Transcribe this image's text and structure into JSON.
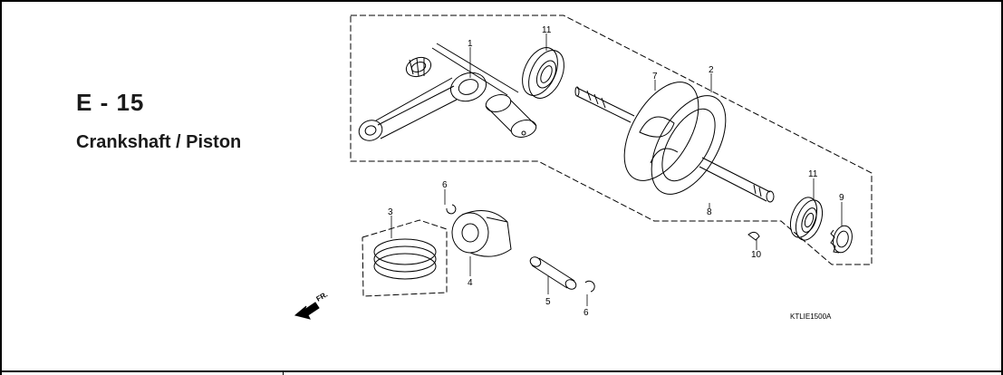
{
  "header": {
    "section_code": "E - 15",
    "section_title": "Crankshaft / Piston"
  },
  "callouts": {
    "p1": "1",
    "p2": "2",
    "p3": "3",
    "p4": "4",
    "p5": "5",
    "p6a": "6",
    "p6b": "6",
    "p7": "7",
    "p8": "8",
    "p9": "9",
    "p10": "10",
    "p11a": "11",
    "p11b": "11"
  },
  "direction": {
    "label": "FR."
  },
  "figure_code": "KTLIE1500A"
}
